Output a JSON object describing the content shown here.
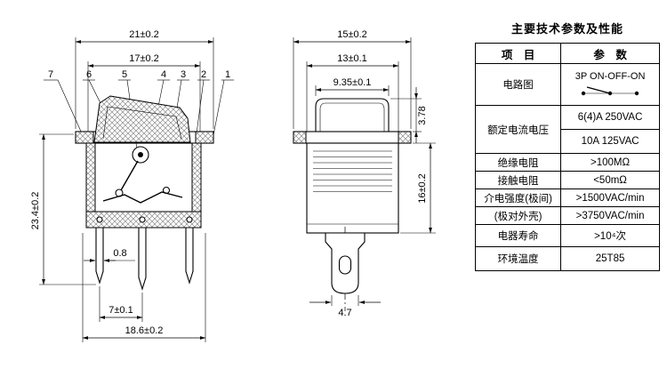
{
  "front_view": {
    "dim_top_outer": "21±0.2",
    "dim_top_inner": "17±0.2",
    "part_labels": [
      "7",
      "6",
      "5",
      "4",
      "3",
      "2",
      "1"
    ],
    "dim_height": "23.4±0.2",
    "dim_terminal_thickness": "0.8",
    "dim_terminal_pitch": "7±0.1",
    "dim_bottom": "18.6±0.2"
  },
  "side_view": {
    "dim_top_outer": "15±0.2",
    "dim_top_mid": "13±0.1",
    "dim_top_inner": "9.35±0.1",
    "dim_bezel": "3.78",
    "dim_height": "16±0.2",
    "dim_terminal_width": "4.7"
  },
  "table": {
    "title": "主要技术参数及性能",
    "col_item": "项　目",
    "col_param": "参　数",
    "rows": {
      "circuit": {
        "label": "电路图",
        "value": "3P ON-OFF-ON"
      },
      "rating": {
        "label": "额定电流电压",
        "value1": "6(4)A 250VAC",
        "value2": "10A 125VAC"
      },
      "insulation": {
        "label": "绝缘电阻",
        "value": ">100MΩ"
      },
      "contact": {
        "label": "接触电阻",
        "value": "<50mΩ"
      },
      "dielectric_pole": {
        "label": "介电强度(极间)",
        "value": ">1500VAC/min"
      },
      "dielectric_case": {
        "label": "(极对外壳)",
        "value": ">3750VAC/min"
      },
      "life": {
        "label": "电器寿命",
        "value": ">10⁴次"
      },
      "temperature": {
        "label": "环境温度",
        "value": "25T85"
      }
    }
  }
}
